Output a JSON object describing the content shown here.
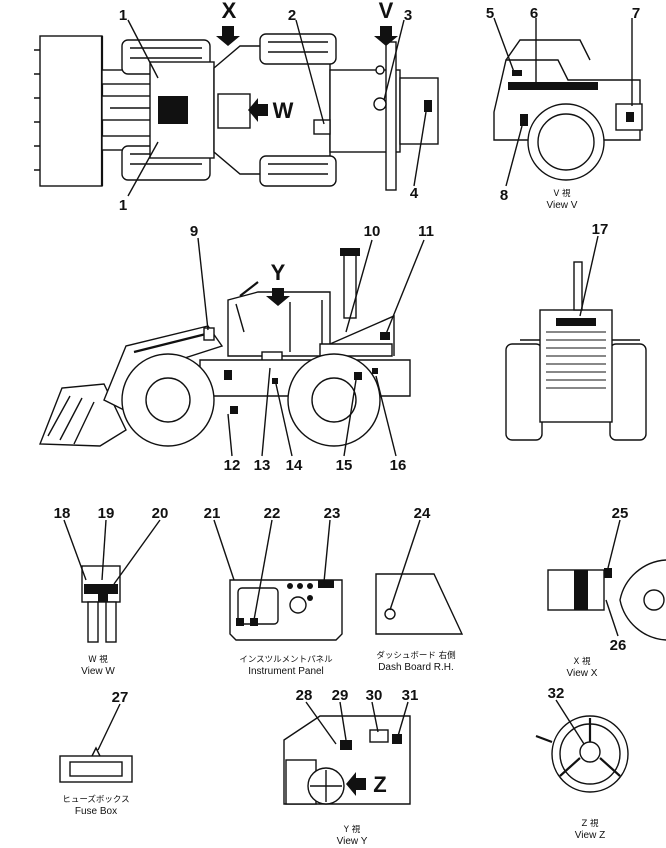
{
  "callouts": [
    "1",
    "1",
    "2",
    "3",
    "4",
    "5",
    "6",
    "7",
    "8",
    "9",
    "10",
    "11",
    "12",
    "13",
    "14",
    "15",
    "16",
    "17",
    "18",
    "19",
    "20",
    "21",
    "22",
    "23",
    "24",
    "25",
    "26",
    "27",
    "28",
    "29",
    "30",
    "31",
    "32"
  ],
  "direction_labels": {
    "x": "X",
    "v": "V",
    "w": "W",
    "y": "Y",
    "z": "Z"
  },
  "views": {
    "v": {
      "jp": "V 視",
      "en": "View V"
    },
    "w": {
      "jp": "W 視",
      "en": "View W"
    },
    "x": {
      "jp": "X 視",
      "en": "View X"
    },
    "y": {
      "jp": "Y 視",
      "en": "View Y"
    },
    "z": {
      "jp": "Z 視",
      "en": "View Z"
    }
  },
  "captions": {
    "instrument_panel": {
      "jp": "インスツルメントパネル",
      "en": "Instrument Panel"
    },
    "dash_board": {
      "jp": "ダッシュボード 右側",
      "en": "Dash Board  R.H."
    },
    "fuse_box": {
      "jp": "ヒューズボックス",
      "en": "Fuse Box"
    }
  }
}
